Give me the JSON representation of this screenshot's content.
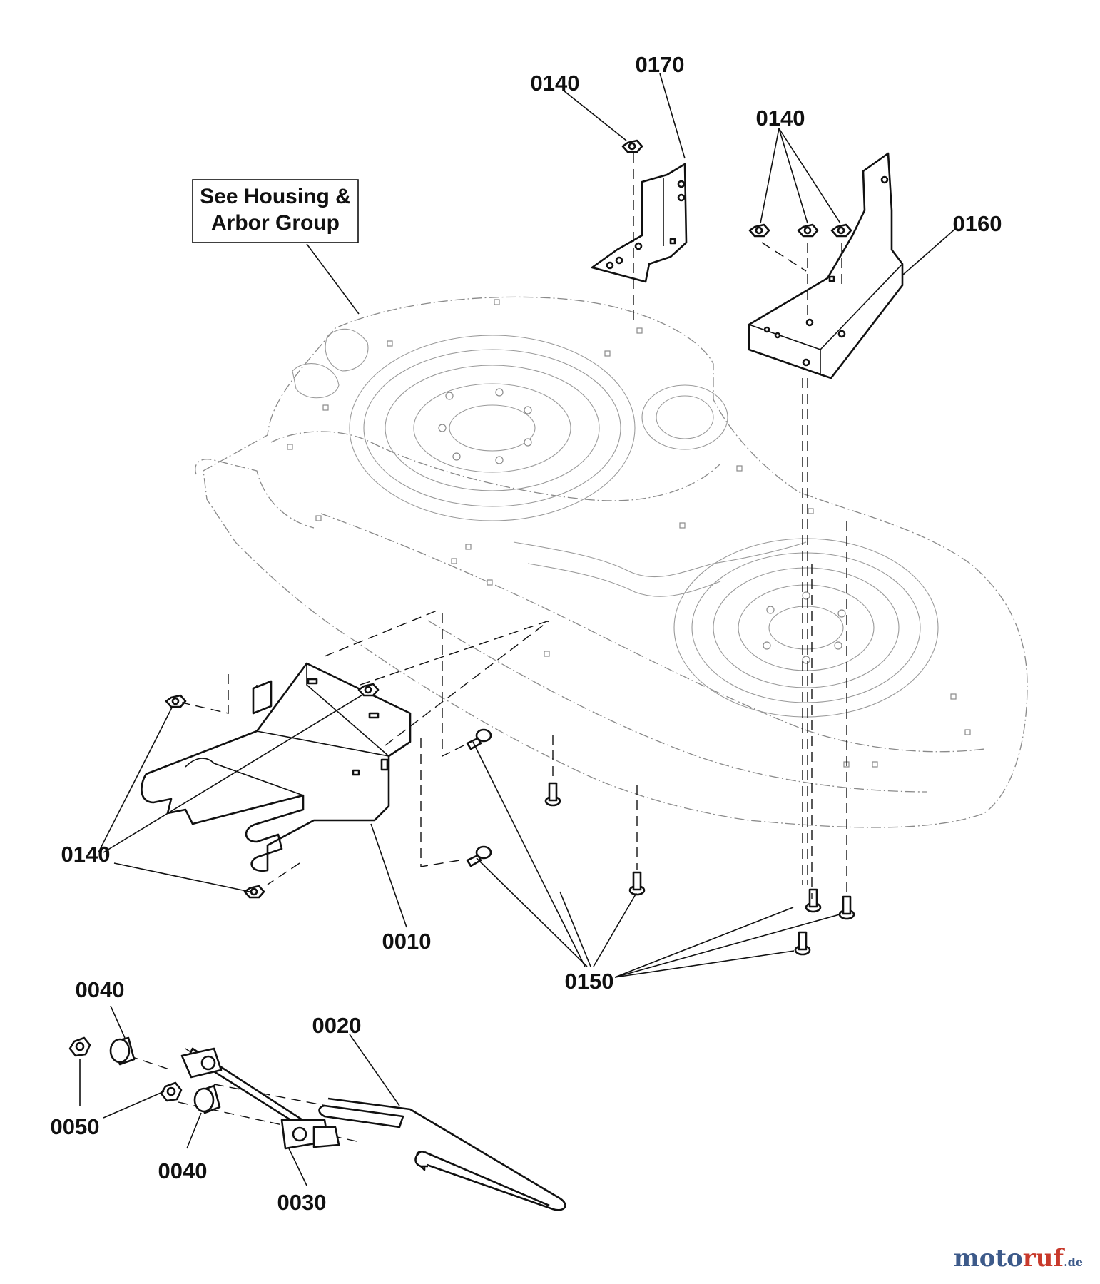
{
  "note": {
    "line1": "See Housing &",
    "line2": "Arbor Group"
  },
  "labels": {
    "p0140_top": "0140",
    "p0170": "0170",
    "p0140_right": "0140",
    "p0160": "0160",
    "p0140_left": "0140",
    "p0010": "0010",
    "p0150": "0150",
    "p0040_top": "0040",
    "p0020": "0020",
    "p0050": "0050",
    "p0040_bottom": "0040",
    "p0030": "0030"
  },
  "watermark": {
    "part1": "moto",
    "part2": "ruf",
    "suffix": ".de"
  }
}
